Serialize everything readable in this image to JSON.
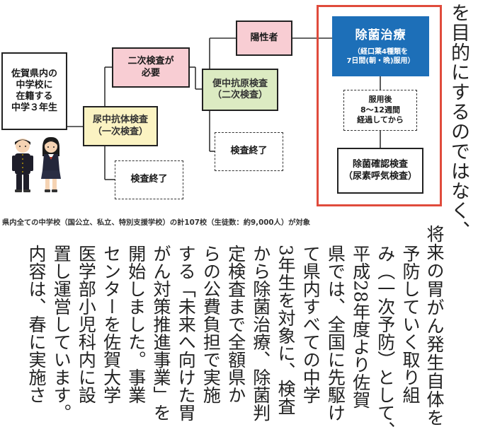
{
  "flowchart": {
    "start": "佐賀県内の\n中学校に\n在籍する\n中学３年生",
    "urine_test": "尿中抗体検査\n（一次検査）",
    "second_needed": "二次検査が\n必要",
    "end_1": "検査終了",
    "stool_test": "便中抗原検査\n（二次検査）",
    "end_2": "検査終了",
    "positive": "陽性者",
    "treatment_title": "除菌治療",
    "treatment_detail": "（経口薬4種類を\n7日間(朝・晩)服用）",
    "after_dosing": "服用後\n8〜12週間\n経過してから",
    "confirm_test": "除菌確認検査\n（尿素呼気検査）"
  },
  "caption": "県内全ての中学校（国公立、私立、特別支援学校）の計107校（生徒数：約9,000人）が対象",
  "body_text": {
    "top_column": "を目的にするのではなく、",
    "top_continued": "将来の胃がん発生自体を",
    "columns": [
      "予防していく取り組",
      "み（一次予防）として、",
      "平成28年度より佐賀",
      "県では、全国に先駆け",
      "て県内すべての中学",
      "3年生を対象に、検査",
      "から除菌治療、除菌判",
      "定検査まで全額県か",
      "らの公費負担で実施",
      "する「未来へ向けた胃",
      "がん対策推進事業」を",
      "開始しました。事業",
      "センターを佐賀大学",
      "医学部小児科内に設",
      "置し運営しています。",
      "内容は、春に実施さ"
    ]
  },
  "colors": {
    "frame": "#e04b3c",
    "treatment": "#1d6fb8",
    "pink": "#f8cdd3",
    "yellow": "#fbf3c2",
    "green": "#dcebc2"
  }
}
